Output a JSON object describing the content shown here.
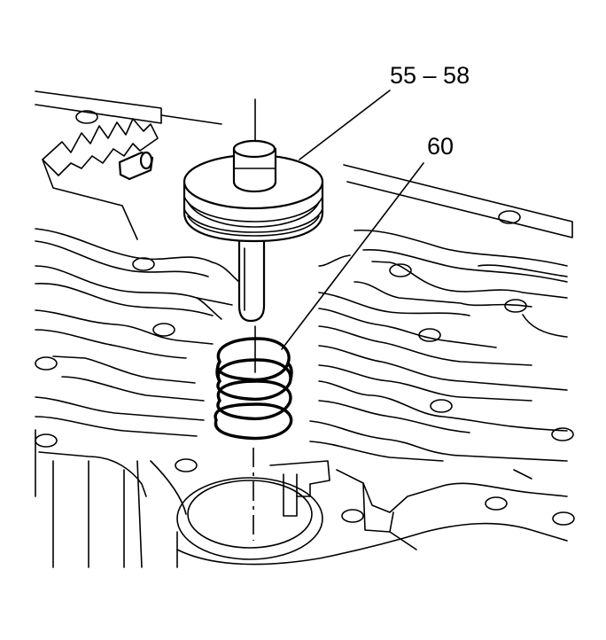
{
  "diagram": {
    "callouts": [
      {
        "id": "valve-assembly",
        "text": "55 – 58"
      },
      {
        "id": "spring",
        "text": "60"
      }
    ],
    "line_color": "#000000",
    "background": "#ffffff"
  }
}
